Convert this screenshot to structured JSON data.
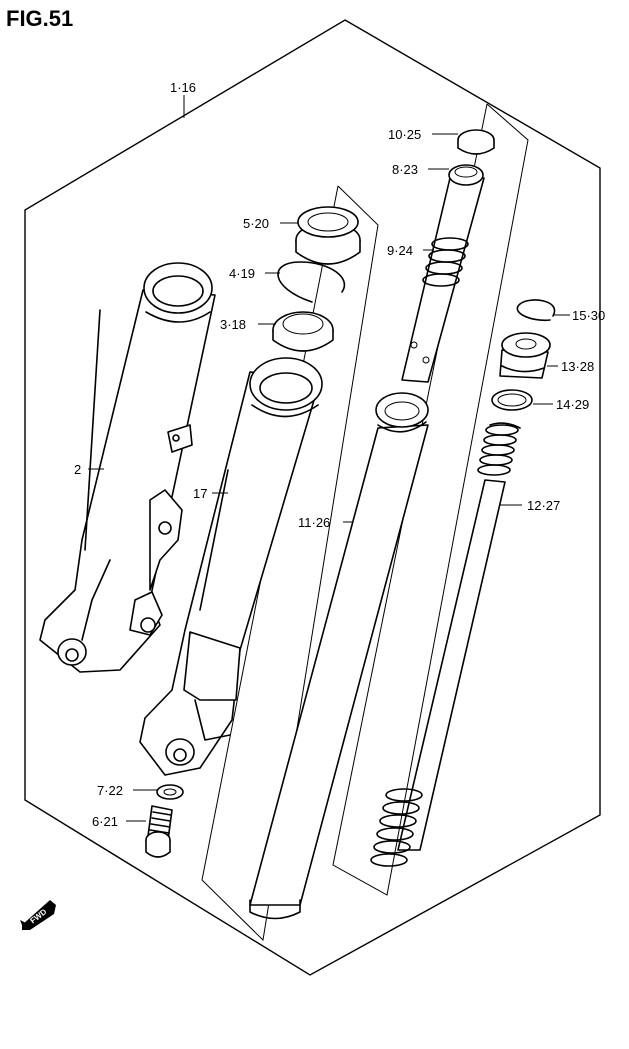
{
  "figure": {
    "title": "FIG.51"
  },
  "fwd_badge": {
    "text": "FWD"
  },
  "labels": {
    "l1_16": "1·16",
    "l2": "2",
    "l3_18": "3·18",
    "l4_19": "4·19",
    "l5_20": "5·20",
    "l6_21": "6·21",
    "l7_22": "7·22",
    "l8_23": "8·23",
    "l9_24": "9·24",
    "l10_25": "10·25",
    "l11_26": "11·26",
    "l12_27": "12·27",
    "l13_28": "13·28",
    "l14_29": "14·29",
    "l15_30": "15·30",
    "l17": "17"
  }
}
